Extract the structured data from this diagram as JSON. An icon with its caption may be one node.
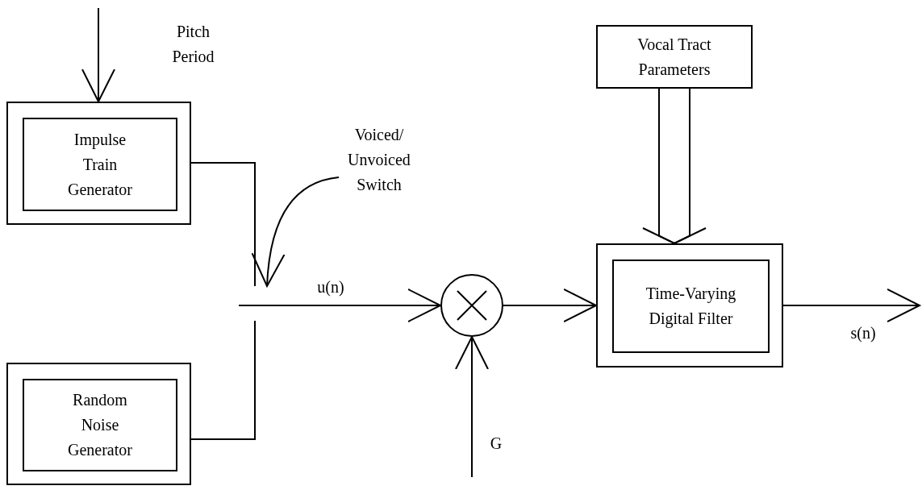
{
  "diagram": {
    "nodes": [
      {
        "text": [],
        "shape": "box"
      },
      {
        "text": [
          "Impulse Train Generator"
        ],
        "in": 0
      },
      {
        "text": [
          "Vocal Tract Parameters"
        ]
      },
      {
        "text": [
          "Voiced/ Unvoiced Switch"
        ]
      },
      {
        "text": [],
        "shape": "circle"
      },
      {
        "text": [],
        "shape": "box"
      },
      {
        "text": [
          "Time-Varying Digital Filter"
        ],
        "in": 5
      },
      {
        "text": [],
        "shape": "box"
      },
      {
        "text": [
          "Random Noise Generator"
        ],
        "in": 7
      }
    ],
    "edges": [
      {
        "from": null,
        "to": 0,
        "arrow": "to",
        "label": "Pitch Period"
      },
      {
        "from": 0,
        "to": null,
        "arrow": "none"
      },
      {
        "from": 7,
        "to": null,
        "arrow": "none"
      },
      {
        "from": 3,
        "to": null,
        "arrow": "to"
      },
      {
        "from": null,
        "to": 4,
        "arrow": "to",
        "label": "u(n)"
      },
      {
        "from": null,
        "to": 4,
        "arrow": "to",
        "label": "G"
      },
      {
        "from": 4,
        "to": 5,
        "arrow": "to"
      },
      {
        "from": 2,
        "to": 5,
        "arrow": "to"
      },
      {
        "from": 5,
        "to": null,
        "arrow": "to",
        "label": "s(n)"
      }
    ]
  }
}
